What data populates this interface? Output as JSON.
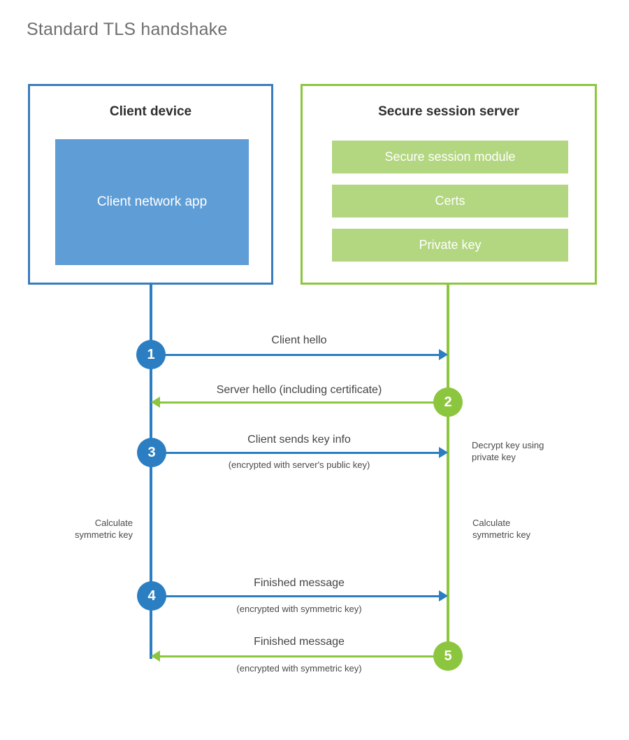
{
  "title": "Standard TLS handshake",
  "colors": {
    "blue_border": "#3a7cbe",
    "blue_fill": "#5e9dd6",
    "blue_line": "#2b7ec1",
    "green_border": "#8cc63f",
    "green_line": "#8cc63f",
    "green_fill": "#b3d680",
    "title_text": "#6f6f6f",
    "body_text": "#454545"
  },
  "client": {
    "title": "Client device",
    "app_label": "Client network app"
  },
  "server": {
    "title": "Secure session server",
    "blocks": [
      {
        "label": "Secure session module"
      },
      {
        "label": "Certs"
      },
      {
        "label": "Private key"
      }
    ]
  },
  "steps": [
    {
      "number": "1",
      "label": "Client hello",
      "sublabel": "",
      "direction": "client-to-server",
      "color": "blue"
    },
    {
      "number": "2",
      "label": "Server hello (including certificate)",
      "sublabel": "",
      "direction": "server-to-client",
      "color": "green"
    },
    {
      "number": "3",
      "label": "Client sends key info",
      "sublabel": "(encrypted with server's public key)",
      "direction": "client-to-server",
      "color": "blue"
    },
    {
      "number": "4",
      "label": "Finished message",
      "sublabel": "(encrypted with symmetric key)",
      "direction": "client-to-server",
      "color": "blue"
    },
    {
      "number": "5",
      "label": "Finished message",
      "sublabel": "(encrypted with symmetric key)",
      "direction": "server-to-client",
      "color": "green"
    }
  ],
  "annotations": {
    "server_decrypt": "Decrypt key using\nprivate key",
    "client_calculate": "Calculate\nsymmetric key",
    "server_calculate": "Calculate\nsymmetric key"
  }
}
